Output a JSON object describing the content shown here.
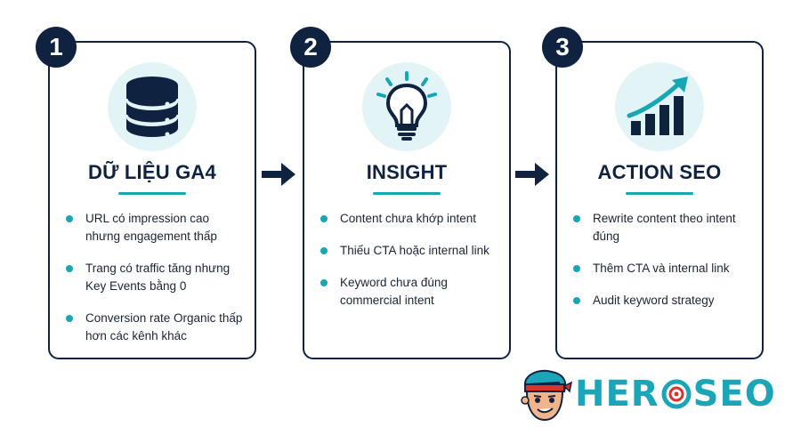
{
  "steps": [
    {
      "number": "1",
      "icon": "database-icon",
      "title": "DỮ LIỆU GA4",
      "bullets": [
        "URL có impression cao nhưng engagement thấp",
        "Trang có traffic tăng nhưng Key Events bằng 0",
        "Conversion rate Organic thấp hơn các kênh khác"
      ]
    },
    {
      "number": "2",
      "icon": "lightbulb-icon",
      "title": "INSIGHT",
      "bullets": [
        "Content chưa khớp intent",
        "Thiếu CTA hoặc internal link",
        "Keyword chưa đúng commercial intent"
      ]
    },
    {
      "number": "3",
      "icon": "growth-chart-icon",
      "title": "ACTION SEO",
      "bullets": [
        "Rewrite content theo intent đúng",
        "Thêm CTA và internal link",
        "Audit keyword strategy"
      ]
    }
  ],
  "logo": {
    "text_before": "HER",
    "text_after": "SEO"
  },
  "colors": {
    "navy": "#0f2240",
    "teal": "#18a6b5",
    "icon_bg": "#e3f4f7"
  }
}
